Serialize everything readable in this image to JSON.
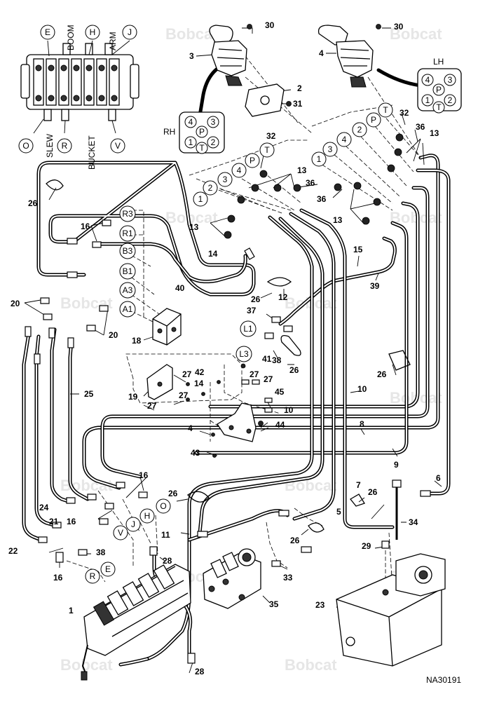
{
  "watermark": "Bobcat",
  "drawing_number": "NA30191",
  "valve_labels": {
    "boom": "BOOM",
    "arm": "ARM",
    "slew": "SLEW",
    "bucket": "BUCKET"
  },
  "joystick_labels": {
    "rh": "RH",
    "lh": "LH"
  },
  "port_letters": {
    "e": "E",
    "h": "H",
    "j": "J",
    "o": "O",
    "r": "R",
    "v": "V",
    "p": "P",
    "t": "T",
    "r1": "R1",
    "r3": "R3",
    "b1": "B1",
    "b3": "B3",
    "a1": "A1",
    "a3": "A3",
    "l1": "L1",
    "l3": "L3"
  },
  "port_numbers": [
    "1",
    "2",
    "3",
    "4"
  ],
  "callouts": {
    "c1": "1",
    "c2": "2",
    "c3": "3",
    "c4": "4",
    "c5": "5",
    "c6": "6",
    "c7": "7",
    "c8": "8",
    "c9": "9",
    "c10": "10",
    "c11": "11",
    "c12": "12",
    "c13": "13",
    "c14": "14",
    "c15": "15",
    "c16": "16",
    "c18": "18",
    "c19": "19",
    "c20": "20",
    "c21": "21",
    "c22": "22",
    "c23": "23",
    "c24": "24",
    "c25": "25",
    "c26": "26",
    "c27": "27",
    "c28": "28",
    "c29": "29",
    "c30": "30",
    "c31": "31",
    "c32": "32",
    "c33": "33",
    "c34": "34",
    "c35": "35",
    "c36": "36",
    "c37": "37",
    "c38": "38",
    "c39": "39",
    "c40": "40",
    "c41": "41",
    "c42": "42",
    "c43": "43",
    "c44": "44",
    "c45": "45"
  }
}
